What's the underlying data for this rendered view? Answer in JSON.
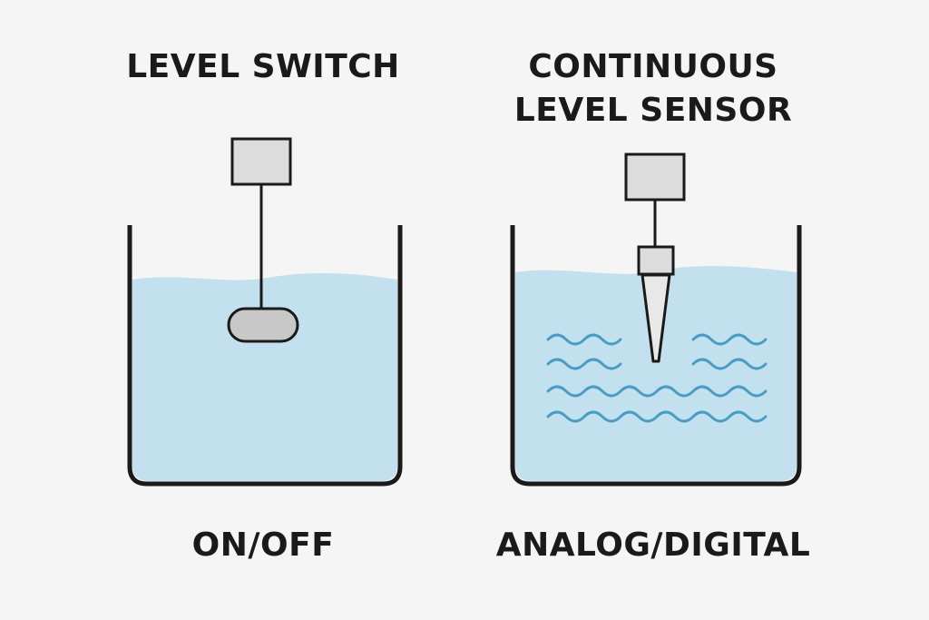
{
  "level_switch": {
    "title": "LEVEL SWITCH",
    "output": "ON/OFF"
  },
  "continuous_sensor": {
    "title_line1": "CONTINUOUS",
    "title_line2": "LEVEL SENSOR",
    "output": "ANALOG/DIGITAL"
  },
  "colors": {
    "background": "#f5f5f5",
    "water": "#c3e0ef",
    "wave": "#4a9cc4",
    "outline": "#1a1a1a",
    "device": "#dcdcdc",
    "float": "#c8c8c8"
  }
}
